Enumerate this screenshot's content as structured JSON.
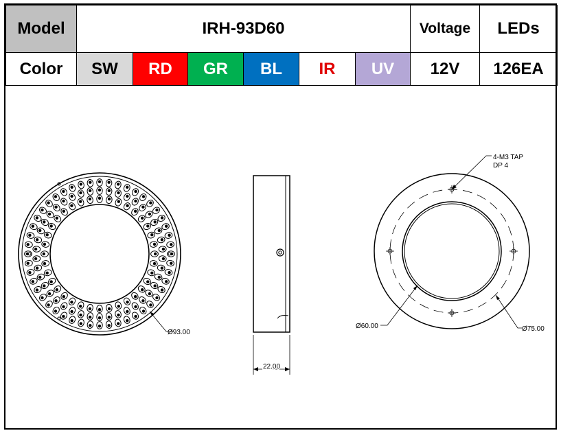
{
  "header": {
    "model_label": "Model",
    "model_value": "IRH-93D60",
    "voltage_label": "Voltage",
    "leds_label": "LEDs",
    "color_label": "Color",
    "voltage_value": "12V",
    "leds_value": "126EA"
  },
  "colors": [
    {
      "code": "SW",
      "bg": "#d9d9d9",
      "fg": "#000000"
    },
    {
      "code": "RD",
      "bg": "#ff0000",
      "fg": "#ffffff"
    },
    {
      "code": "GR",
      "bg": "#00b050",
      "fg": "#ffffff"
    },
    {
      "code": "BL",
      "bg": "#0070c0",
      "fg": "#ffffff"
    },
    {
      "code": "IR",
      "bg": "#ffffff",
      "fg": "#e00000"
    },
    {
      "code": "UV",
      "bg": "#b4a7d6",
      "fg": "#ffffff"
    }
  ],
  "drawing": {
    "front_diameter": "Ø93.00",
    "width_dim": "22.00",
    "tap_note_line1": "4-M3 TAP",
    "tap_note_line2": "DP 4",
    "inner_diameter": "Ø60.00",
    "pcd_diameter": "Ø75.00"
  }
}
